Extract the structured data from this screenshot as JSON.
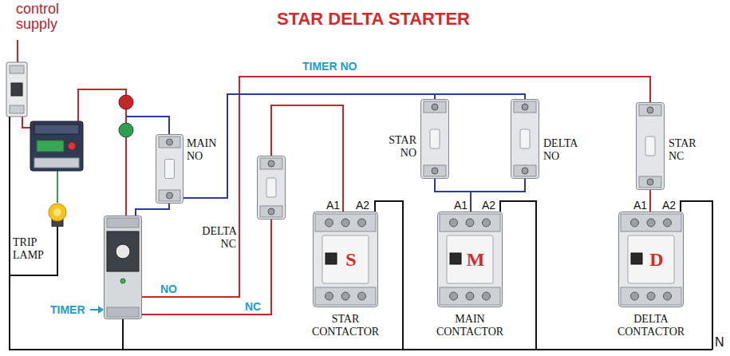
{
  "diagram": {
    "title": "STAR DELTA STARTER",
    "nodes": [
      {
        "text": [
          "TRIP LAMP"
        ]
      },
      {
        "text": [
          "TIMER"
        ]
      },
      {
        "text": [
          "MAIN NO"
        ]
      },
      {
        "text": [
          "DELTA NC"
        ]
      },
      {
        "text": [
          "S",
          "STAR CONTACTOR"
        ]
      },
      {
        "text": [
          "STAR NO"
        ]
      },
      {
        "text": [
          "DELTA NO"
        ]
      },
      {
        "text": [
          "M",
          "MAIN CONTACTOR"
        ]
      },
      {
        "text": [
          "STAR NC"
        ]
      },
      {
        "text": [
          "D",
          "DELTA CONTACTOR"
        ]
      }
    ],
    "edges": [
      {
        "from": 1,
        "to": 3,
        "arrow": "none",
        "label": "NC"
      },
      {
        "from": 3,
        "to": 4,
        "arrow": "none"
      },
      {
        "from": 1,
        "to": 8,
        "arrow": "none",
        "label": "TIMER NO"
      },
      {
        "from": 8,
        "to": 9,
        "arrow": "none"
      },
      {
        "from": 2,
        "to": 5,
        "arrow": "none"
      },
      {
        "from": 2,
        "to": 6,
        "arrow": "none"
      },
      {
        "from": 5,
        "to": 7,
        "arrow": "none"
      },
      {
        "from": 6,
        "to": 7,
        "arrow": "none"
      },
      {
        "from": 2,
        "to": 1,
        "arrow": "none"
      }
    ],
    "labels": [
      "control supply",
      "A1",
      "A2",
      "A1",
      "A2",
      "A1",
      "A2",
      "NO",
      "N"
    ]
  }
}
